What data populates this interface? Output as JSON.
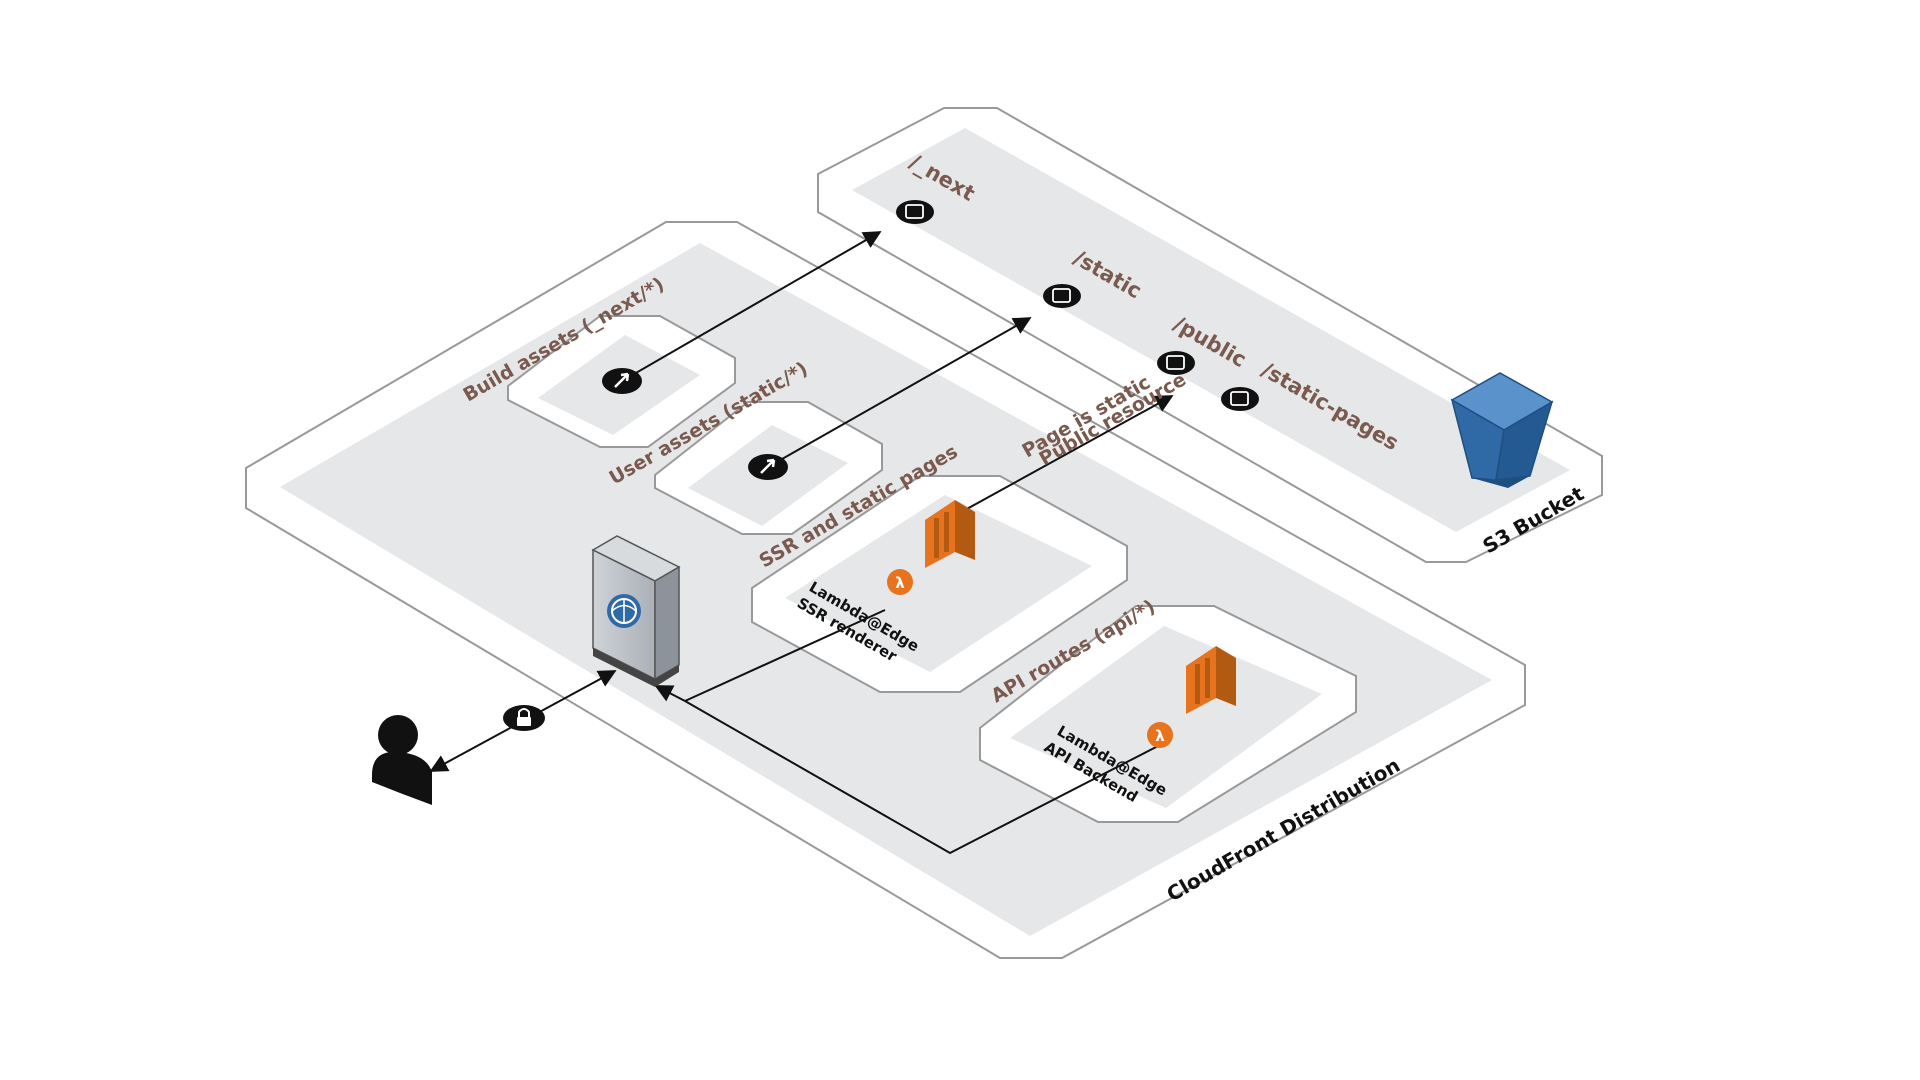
{
  "cloudfront": {
    "label": "CloudFront Distribution"
  },
  "s3": {
    "label": "S3 Bucket",
    "paths": [
      "/_next",
      "/static",
      "/public",
      "/static-pages"
    ]
  },
  "routes": {
    "build_assets": "Build assets (_next/*)",
    "user_assets": "User assets (static/*)",
    "ssr_pages": "SSR and static pages",
    "api_routes": "API routes (api/*)"
  },
  "lambdas": {
    "ssr": {
      "line1": "Lambda@Edge",
      "line2": "SSR renderer"
    },
    "api": {
      "line1": "Lambda@Edge",
      "line2": "API Backend"
    }
  },
  "edge_notes": {
    "line1": "Page is static",
    "line2": "Public resource"
  },
  "colors": {
    "zone_fill": "#e6e7e8",
    "zone_border": "#999999",
    "lambda_orange": "#e8731e",
    "s3_blue": "#2f6aa6",
    "label_brown": "#7a5a4e"
  },
  "icons": [
    "user-icon",
    "lock-icon",
    "edge-server-icon",
    "lambda-icon",
    "s3-bucket-icon",
    "arrow-badge-icon",
    "image-icon",
    "document-icon"
  ]
}
